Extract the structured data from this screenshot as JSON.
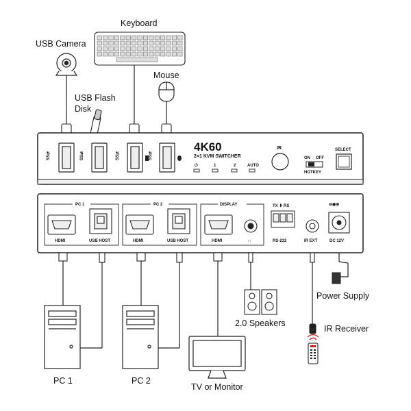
{
  "labels": {
    "usb_camera": "USB Camera",
    "keyboard": "Keyboard",
    "mouse": "Mouse",
    "usb_flash_line1": "USB Flash",
    "usb_flash_line2": "Disk",
    "power_supply": "Power Supply",
    "speakers": "2.0 Speakers",
    "ir_receiver": "IR Receiver",
    "pc1": "PC 1",
    "pc2": "PC 2",
    "tv_monitor": "TV or Monitor"
  },
  "front_panel": {
    "brand": "4K60",
    "subtitle": "2×1 KVM SWITCHER",
    "ir": "IR",
    "select": "SELECT",
    "on": "ON",
    "off": "OFF",
    "hotkey": "HOTKEY",
    "led_power": "⏻",
    "led_1": "1",
    "led_2": "2",
    "led_auto": "AUTO",
    "usb_symbol": "SS⇄"
  },
  "rear_panel": {
    "pc1_group": "PC 1",
    "pc2_group": "PC 2",
    "display_group": "DISPLAY",
    "hdmi": "HDMI",
    "usb_host": "USB HOST",
    "rs232": "RS-232",
    "tx_rx": "TX ⬇ RX",
    "ir_ext": "IR EXT",
    "dc": "DC 12V"
  },
  "colors": {
    "stroke": "#1a1a1a",
    "panel": "#ffffff",
    "accent": "#c8201c"
  }
}
